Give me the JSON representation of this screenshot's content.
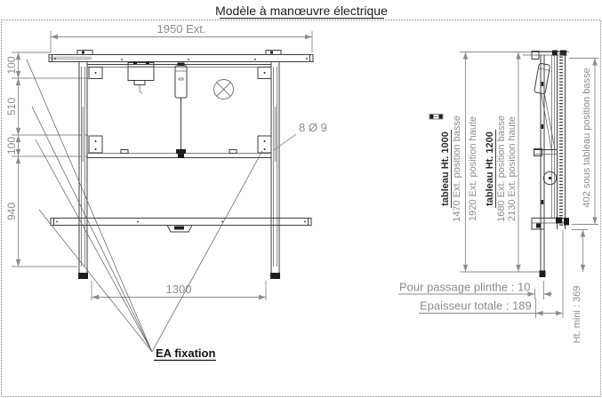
{
  "title": "Modèle à manœuvre électrique",
  "colors": {
    "drawing_line": "#3d3d3d",
    "dimension_gray": "#8c8c8c",
    "background": "#ffffff"
  },
  "front_view": {
    "dim_width_top": "1950 Ext.",
    "dim_chain_left": [
      "100",
      "510",
      "100",
      "940"
    ],
    "dim_bottom": "1300",
    "holes_label": "8 Ø 9",
    "fixation_label": "EA fixation"
  },
  "side_view": {
    "group_1000": {
      "title": "tableau Ht. 1000",
      "pos_basse": "1470 Ext. position basse",
      "pos_haute": "1920 Ext. position haute"
    },
    "group_1200": {
      "title": "tableau Ht. 1200",
      "pos_basse": "1680 Ext. position basse",
      "pos_haute": "2130 Ext. position haute"
    },
    "under_board": "402 sous tableau position basse",
    "plinth": "Pour passage plinthe : 10",
    "thickness": "Epaisseur totale : 189",
    "min_height": "Ht. mini : 369"
  }
}
